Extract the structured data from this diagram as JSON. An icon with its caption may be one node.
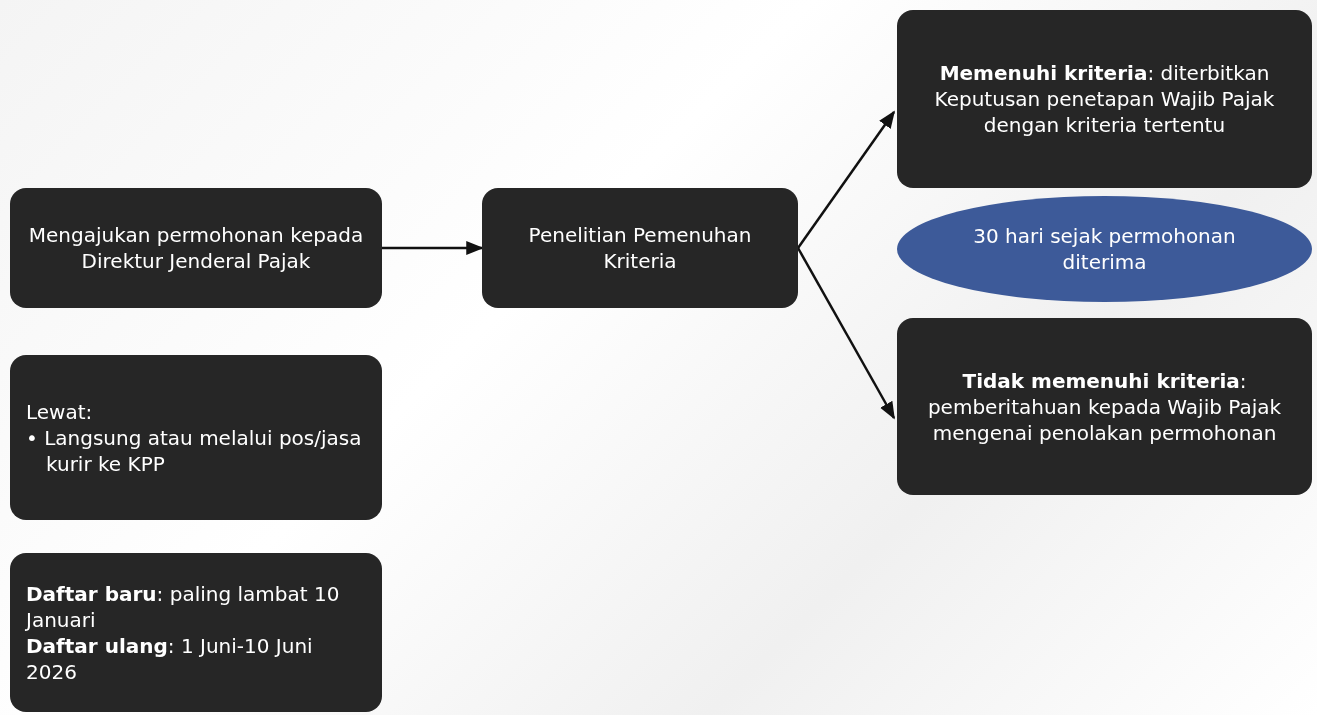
{
  "diagram": {
    "nodes": [
      {
        "text": [
          "Mengajukan permohonan kepada Direktur Jenderal Pajak"
        ]
      },
      {
        "text": [
          "Penelitian Pemenuhan Kriteria"
        ]
      },
      {
        "text": [
          "**Memenuhi kriteria**: diterbitkan Keputusan penetapan Wajib Pajak dengan kriteria tertentu"
        ]
      },
      {
        "text": [
          "30 hari sejak permohonan diterima"
        ]
      },
      {
        "text": [
          "**Tidak memenuhi kriteria**: pemberitahuan kepada Wajib Pajak mengenai penolakan permohonan"
        ]
      },
      {
        "text": [
          "Lewat:",
          "• Langsung atau melalui pos/jasa kurir ke KPP"
        ]
      },
      {
        "text": [
          "**Daftar baru**: paling lambat 10 Januari",
          "**Daftar ulang**: 1 Juni-10 Juni 2026"
        ]
      }
    ],
    "edges": [
      {
        "from": 0,
        "to": 1,
        "arrow": "to"
      },
      {
        "from": 1,
        "to": 2,
        "arrow": "to"
      },
      {
        "from": 1,
        "to": 4,
        "arrow": "to"
      }
    ]
  }
}
